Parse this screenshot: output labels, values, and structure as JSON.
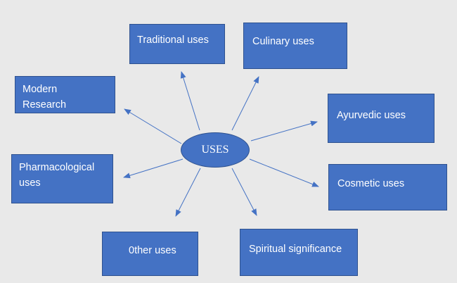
{
  "center": {
    "label": "USES"
  },
  "categories": [
    {
      "id": "traditional",
      "label": "Traditional uses"
    },
    {
      "id": "culinary",
      "label": "Culinary uses"
    },
    {
      "id": "modern",
      "label": "Modern Research"
    },
    {
      "id": "ayurvedic",
      "label": "Ayurvedic uses"
    },
    {
      "id": "pharmacological",
      "label": "Pharmacological uses"
    },
    {
      "id": "cosmetic",
      "label": "Cosmetic uses"
    },
    {
      "id": "other",
      "label": "0ther uses"
    },
    {
      "id": "spiritual",
      "label": "Spiritual significance"
    }
  ],
  "colors": {
    "box_fill": "#4472c4",
    "box_border": "#2f528f",
    "arrow": "#4472c4",
    "background": "#e9e9e9"
  }
}
